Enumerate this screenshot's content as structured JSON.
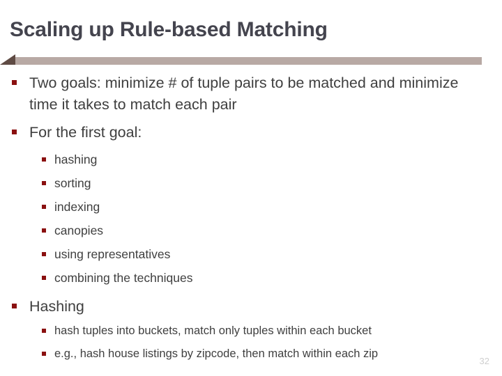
{
  "slide": {
    "title": "Scaling up Rule-based Matching",
    "page_number": "32",
    "colors": {
      "title_text": "#44444e",
      "body_text": "#3f3f3f",
      "bullet_marker": "#8a1010",
      "rule_bar": "#b8a9a4",
      "rule_wedge": "#5f4b44",
      "background": "#ffffff"
    },
    "bullets": [
      {
        "level": 1,
        "text": "Two goals: minimize # of tuple pairs to be matched and minimize time it takes to match each pair"
      },
      {
        "level": 1,
        "text": "For the first goal:"
      },
      {
        "level": 2,
        "text": "hashing"
      },
      {
        "level": 2,
        "text": "sorting"
      },
      {
        "level": 2,
        "text": "indexing"
      },
      {
        "level": 2,
        "text": "canopies"
      },
      {
        "level": 2,
        "text": "using representatives"
      },
      {
        "level": 2,
        "text": "combining the techniques"
      },
      {
        "level": 1,
        "text": "Hashing"
      },
      {
        "level": 3,
        "text": "hash tuples into buckets, match only tuples within each bucket"
      },
      {
        "level": 3,
        "text": "e.g., hash house listings by zipcode, then match within each zip"
      }
    ]
  }
}
